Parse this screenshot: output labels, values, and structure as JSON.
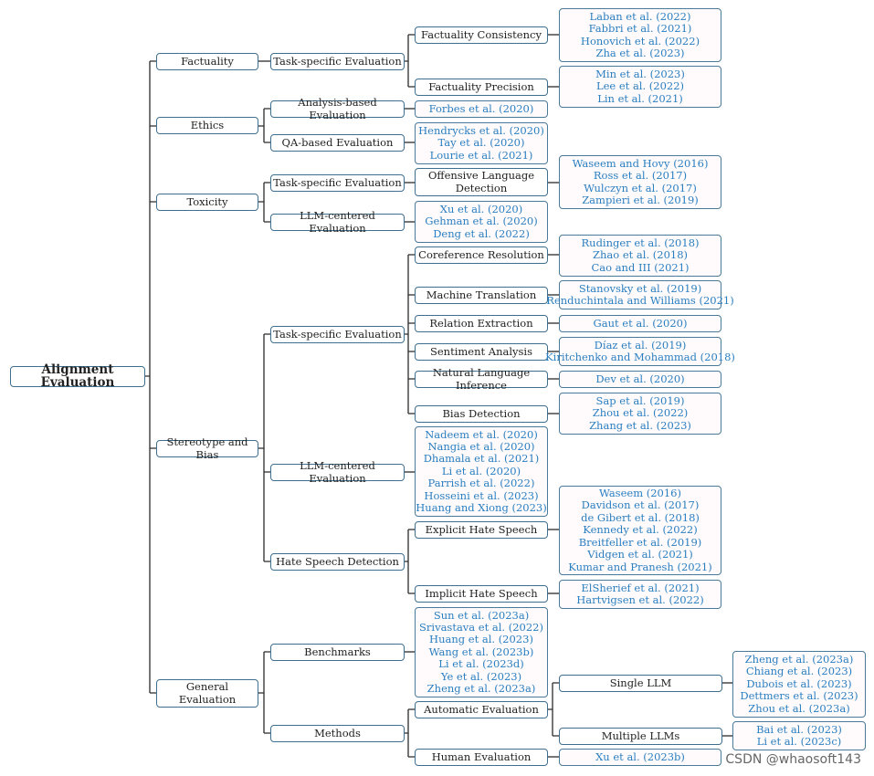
{
  "root": "Alignment Evaluation",
  "categories": {
    "factuality": "Factuality",
    "ethics": "Ethics",
    "toxicity": "Toxicity",
    "stereotype": "Stereotype and Bias",
    "general": [
      "General",
      "Evaluation"
    ]
  },
  "subcategories": {
    "fact_task": "Task-specific Evaluation",
    "ethics_analysis": "Analysis-based Evaluation",
    "ethics_qa": "QA-based Evaluation",
    "tox_task": "Task-specific Evaluation",
    "tox_llm": "LLM-centered Evaluation",
    "stereo_task": "Task-specific Evaluation",
    "stereo_llm": "LLM-centered Evaluation",
    "hate": "Hate Speech Detection",
    "benchmarks": "Benchmarks",
    "methods": "Methods"
  },
  "tasks": {
    "fact_consistency": "Factuality Consistency",
    "fact_precision": "Factuality Precision",
    "offensive": [
      "Offensive Language",
      "Detection"
    ],
    "coreference": "Coreference Resolution",
    "mt": "Machine Translation",
    "relation": "Relation Extraction",
    "sentiment": "Sentiment Analysis",
    "nli": "Natural Language Inference",
    "bias": "Bias Detection",
    "explicit": "Explicit Hate Speech",
    "implicit": "Implicit Hate Speech",
    "auto": "Automatic Evaluation",
    "human": "Human Evaluation",
    "single": "Single LLM",
    "multiple": "Multiple LLMs"
  },
  "refs": {
    "fact_consistency": [
      "Laban et al. (2022)",
      "Fabbri et al. (2021)",
      "Honovich et al. (2022)",
      "Zha et al. (2023)"
    ],
    "fact_precision": [
      "Min et al. (2023)",
      "Lee et al. (2022)",
      "Lin et al. (2021)"
    ],
    "ethics_analysis": [
      "Forbes et al. (2020)"
    ],
    "ethics_qa": [
      "Hendrycks et al. (2020)",
      "Tay et al. (2020)",
      "Lourie et al. (2021)"
    ],
    "offensive": [
      "Waseem and Hovy (2016)",
      "Ross et al. (2017)",
      "Wulczyn et al. (2017)",
      "Zampieri et al. (2019)"
    ],
    "tox_llm": [
      "Xu et al. (2020)",
      "Gehman et al. (2020)",
      "Deng et al. (2022)"
    ],
    "coreference": [
      "Rudinger et al. (2018)",
      "Zhao et al. (2018)",
      "Cao and III (2021)"
    ],
    "mt": [
      "Stanovsky et al. (2019)",
      "Renduchintala and Williams (2021)"
    ],
    "relation": [
      "Gaut et al. (2020)"
    ],
    "sentiment": [
      "Díaz et al. (2019)",
      "Kiritchenko and Mohammad (2018)"
    ],
    "nli": [
      "Dev et al. (2020)"
    ],
    "bias": [
      "Sap et al. (2019)",
      "Zhou et al. (2022)",
      "Zhang et al. (2023)"
    ],
    "stereo_llm": [
      "Nadeem et al. (2020)",
      "Nangia et al. (2020)",
      "Dhamala et al. (2021)",
      "Li et al. (2020)",
      "Parrish et al. (2022)",
      "Hosseini et al. (2023)",
      "Huang and Xiong (2023)"
    ],
    "explicit": [
      "Waseem (2016)",
      "Davidson et al. (2017)",
      "de Gibert et al. (2018)",
      "Kennedy et al. (2022)",
      "Breitfeller et al. (2019)",
      "Vidgen et al. (2021)",
      "Kumar and Pranesh (2021)"
    ],
    "implicit": [
      "ElSherief et al. (2021)",
      "Hartvigsen et al. (2022)"
    ],
    "benchmarks": [
      "Sun et al. (2023a)",
      "Srivastava et al. (2022)",
      "Huang et al. (2023)",
      "Wang et al. (2023b)",
      "Li et al. (2023d)",
      "Ye et al. (2023)",
      "Zheng et al. (2023a)"
    ],
    "single": [
      "Zheng et al. (2023a)",
      "Chiang et al. (2023)",
      "Dubois et al. (2023)",
      "Dettmers et al. (2023)",
      "Zhou et al. (2023a)"
    ],
    "multiple": [
      "Bai et al. (2023)",
      "Li et al. (2023c)"
    ],
    "human": [
      "Xu et al. (2023b)"
    ]
  },
  "watermark": "CSDN @whaosoft143",
  "colors": {
    "border": "#3f6f8f",
    "citation": "#2a7fc0",
    "leaf_fill": "#fffafc",
    "connector": "#2b2b2b"
  }
}
